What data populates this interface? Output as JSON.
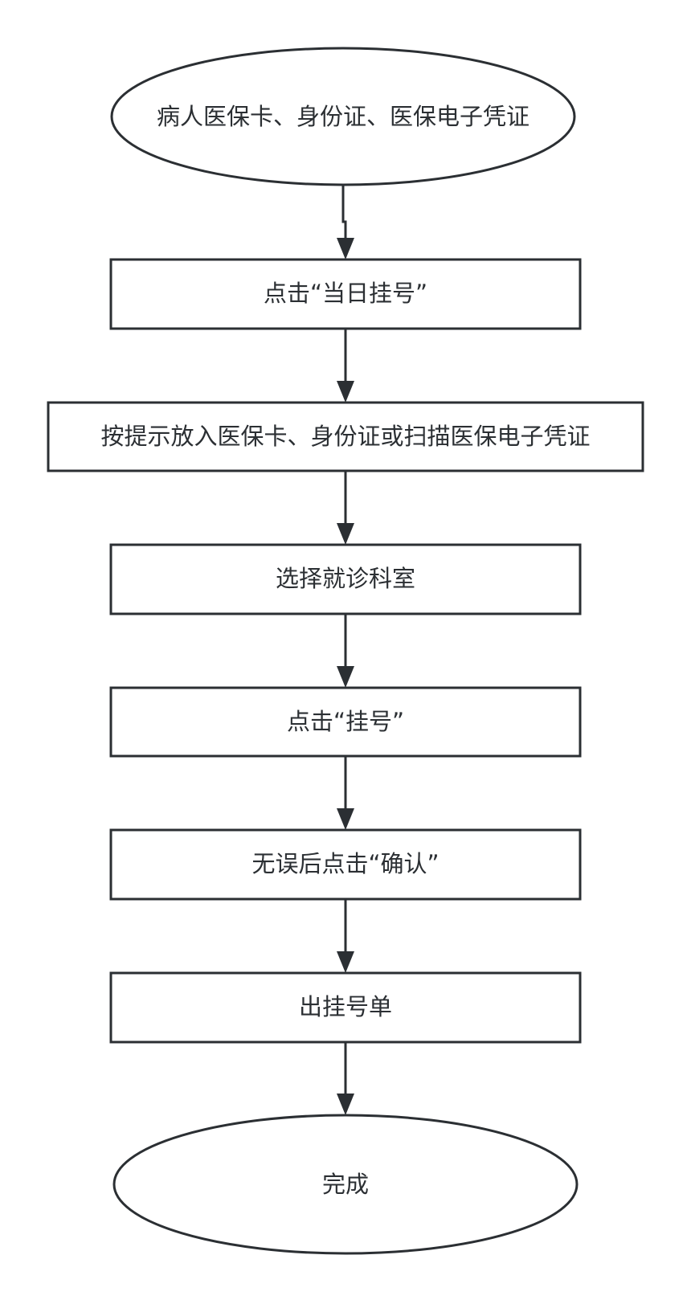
{
  "diagram": {
    "type": "flowchart",
    "nodes": [
      {
        "id": "start",
        "shape": "ellipse",
        "label": "病人医保卡、身份证、医保电子凭证"
      },
      {
        "id": "step1",
        "shape": "rect",
        "label": "点击“当日挂号”"
      },
      {
        "id": "step2",
        "shape": "rect",
        "label": "按提示放入医保卡、身份证或扫描医保电子凭证"
      },
      {
        "id": "step3",
        "shape": "rect",
        "label": "选择就诊科室"
      },
      {
        "id": "step4",
        "shape": "rect",
        "label": "点击“挂号”"
      },
      {
        "id": "step5",
        "shape": "rect",
        "label": "无误后点击“确认”"
      },
      {
        "id": "step6",
        "shape": "rect",
        "label": "出挂号单"
      },
      {
        "id": "end",
        "shape": "ellipse",
        "label": "完成"
      }
    ],
    "edges": [
      {
        "from": "start",
        "to": "step1"
      },
      {
        "from": "step1",
        "to": "step2"
      },
      {
        "from": "step2",
        "to": "step3"
      },
      {
        "from": "step3",
        "to": "step4"
      },
      {
        "from": "step4",
        "to": "step5"
      },
      {
        "from": "step5",
        "to": "step6"
      },
      {
        "from": "step6",
        "to": "end"
      }
    ],
    "colors": {
      "stroke": "#2b2f33",
      "fill": "#ffffff",
      "text": "#2b2f33"
    }
  }
}
